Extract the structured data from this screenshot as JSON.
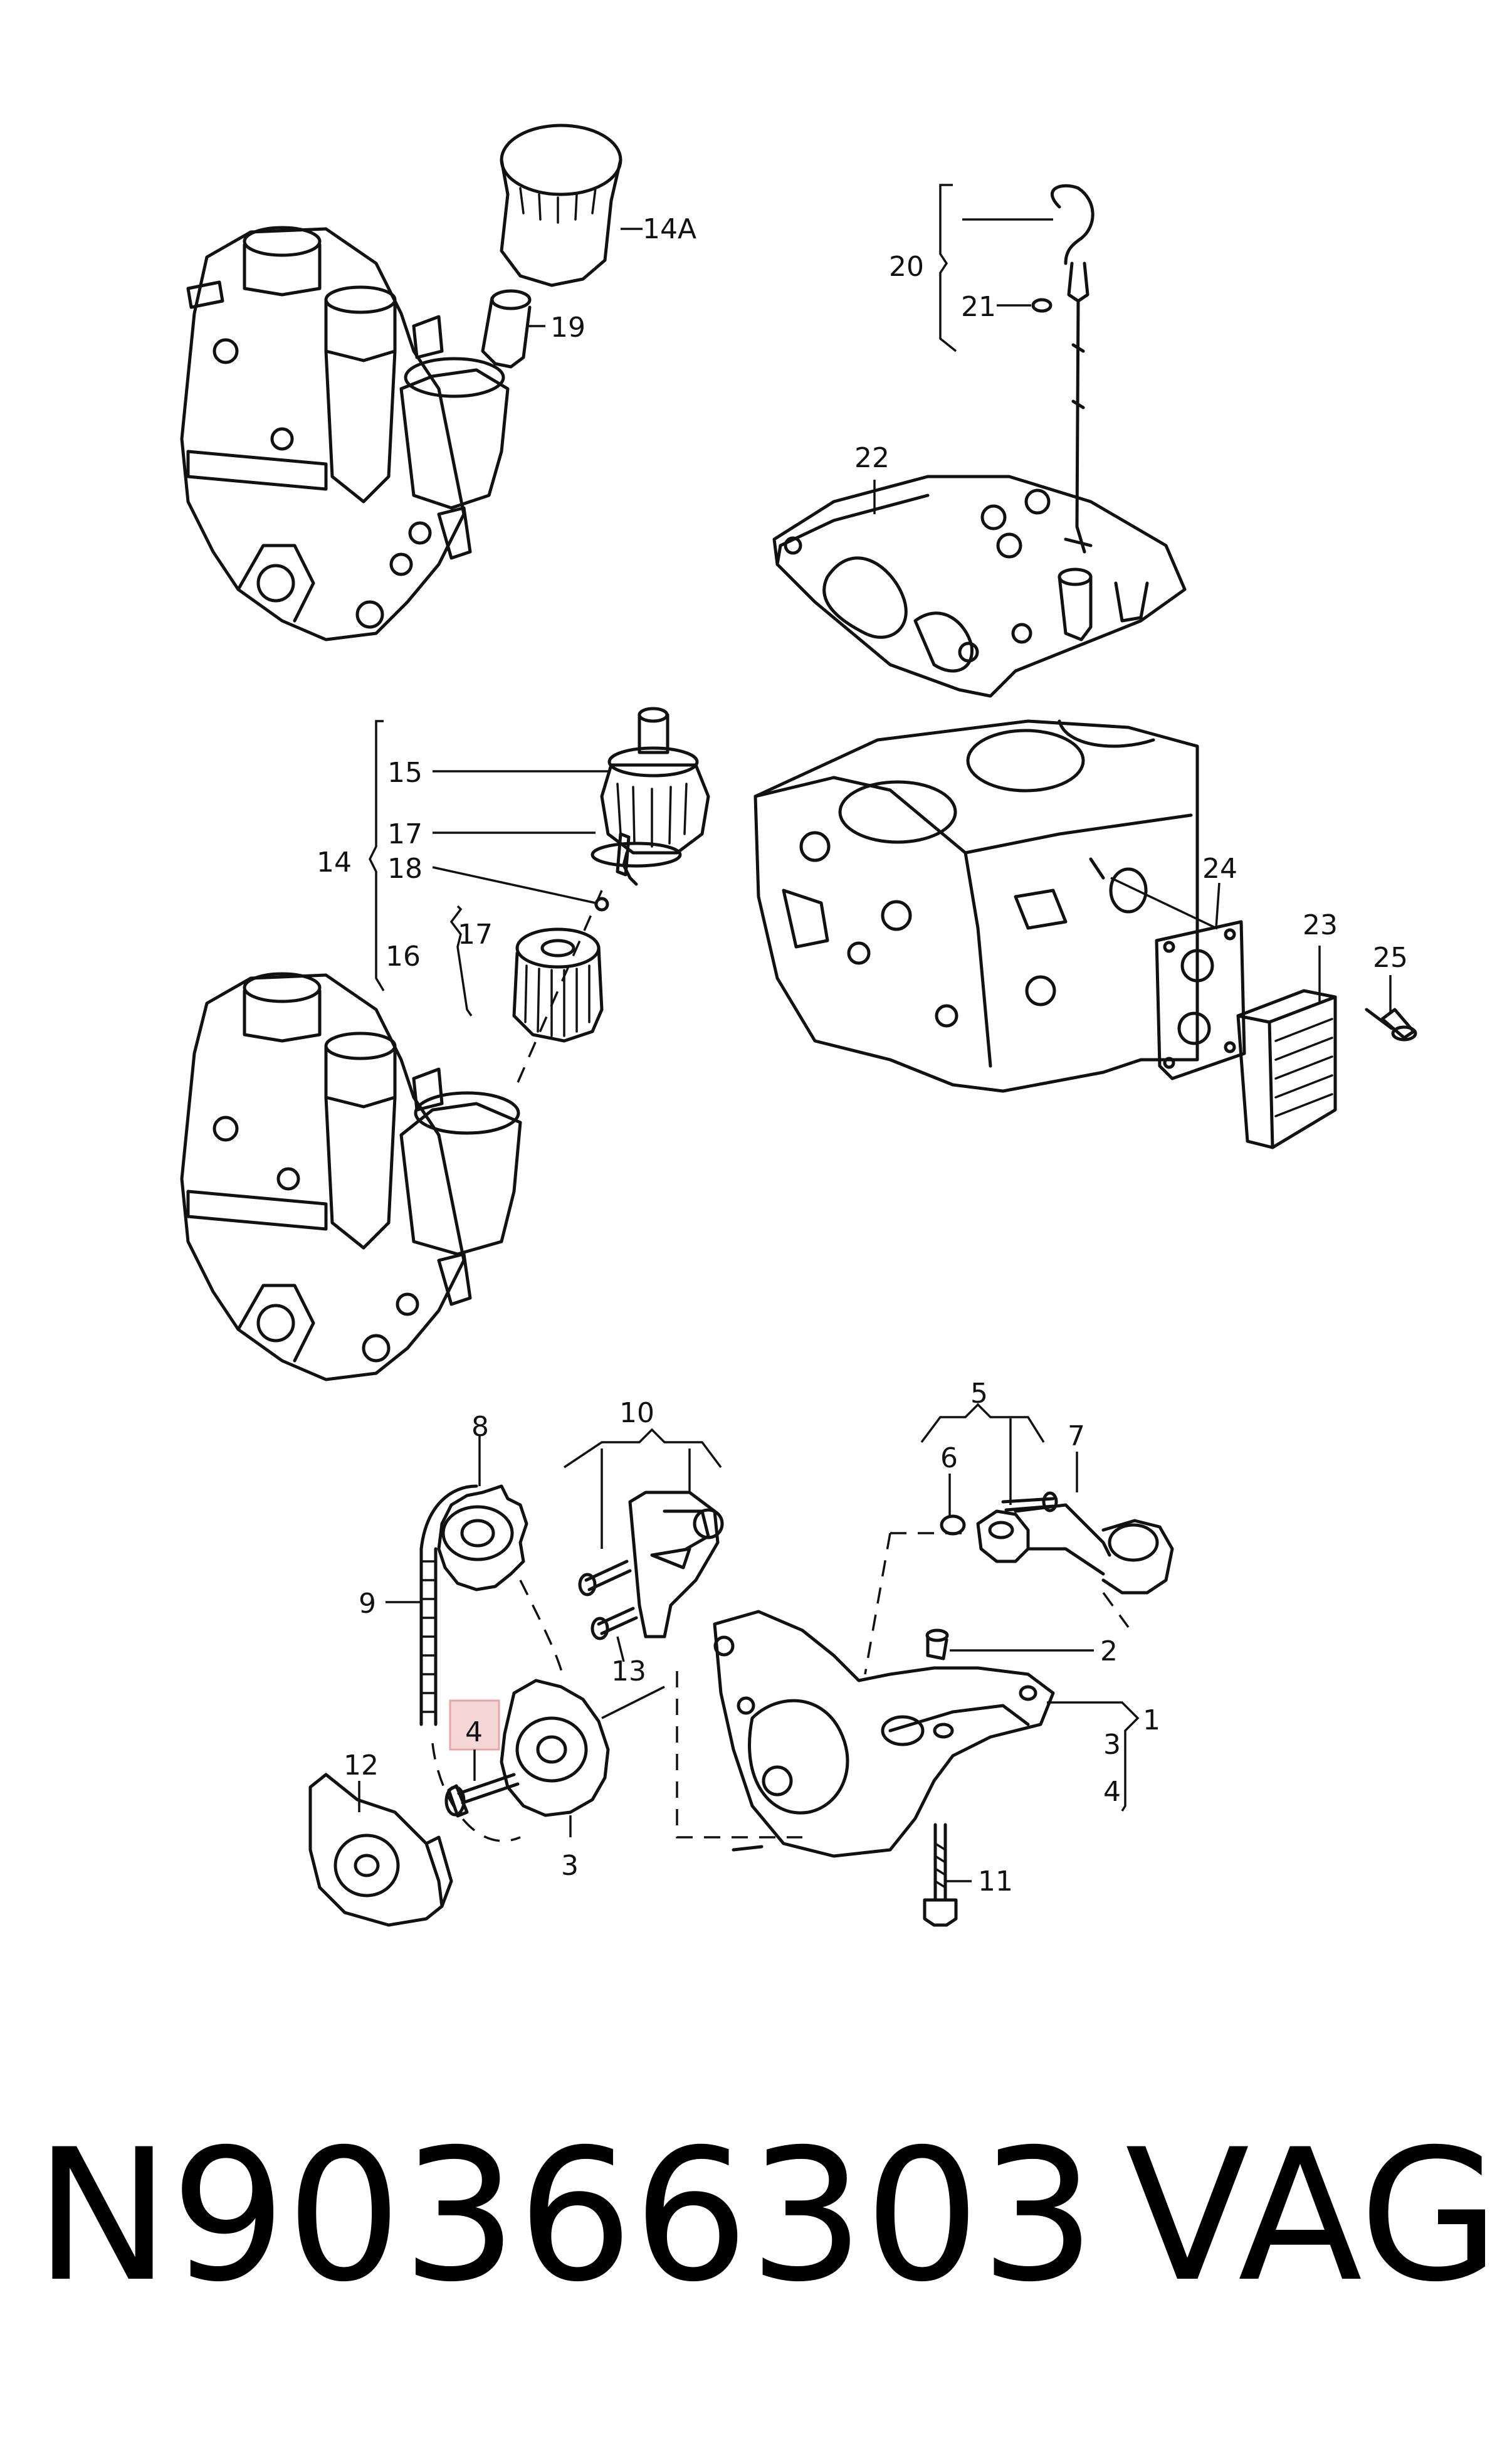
{
  "footer": {
    "part_number": "N90366303",
    "brand": "VAG"
  },
  "highlight_color": "#e8a6a6",
  "callouts": {
    "c14A": "14A",
    "c19": "19",
    "c20": "20",
    "c21": "21",
    "c22": "22",
    "c15": "15",
    "c17a": "17",
    "c14": "14",
    "c18": "18",
    "c16": "16",
    "c17b": "17",
    "c24": "24",
    "c23": "23",
    "c25": "25",
    "c10": "10",
    "c8": "8",
    "c5": "5",
    "c7": "7",
    "c6": "6",
    "c9": "9",
    "c13": "13",
    "c2": "2",
    "c1": "1",
    "c3a": "3",
    "c4a": "4",
    "c4": "4",
    "c12": "12",
    "c3": "3",
    "c11": "11"
  }
}
